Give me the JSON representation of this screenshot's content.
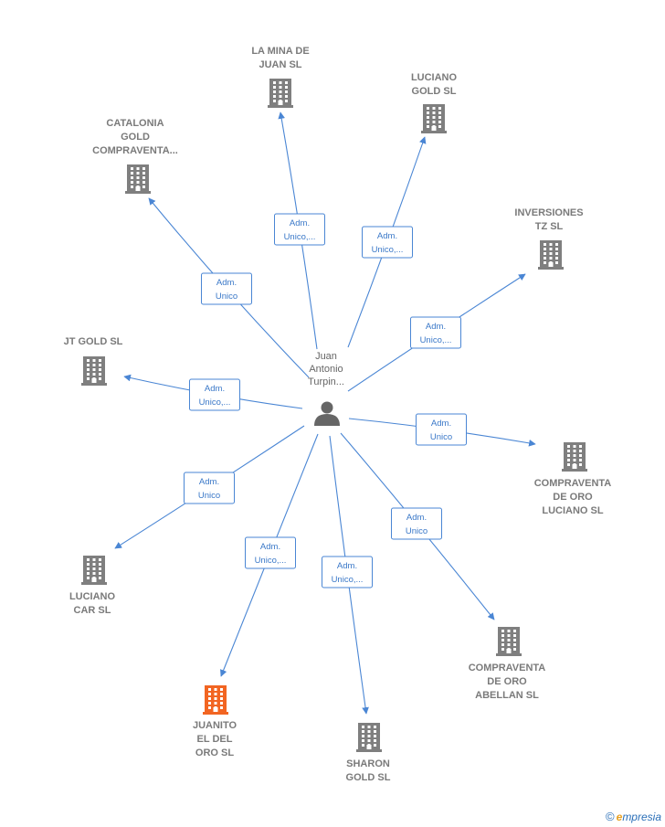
{
  "colors": {
    "edge": "#4a86d4",
    "node": "#7f7f7f",
    "highlight": "#f26522",
    "person": "#666666"
  },
  "center": {
    "label": [
      "Juan",
      "Antonio",
      "Turpin..."
    ],
    "icon": "person-icon"
  },
  "nodes": [
    {
      "id": "la-mina-de-juan",
      "label": [
        "LA MINA DE",
        "JUAN  SL"
      ],
      "icon": "building-icon",
      "highlight": false
    },
    {
      "id": "luciano-gold",
      "label": [
        "LUCIANO",
        "GOLD  SL"
      ],
      "icon": "building-icon",
      "highlight": false
    },
    {
      "id": "catalonia-gold",
      "label": [
        "CATALONIA",
        "GOLD",
        "COMPRAVENTA..."
      ],
      "icon": "building-icon",
      "highlight": false
    },
    {
      "id": "inversiones-tz",
      "label": [
        "INVERSIONES",
        "TZ  SL"
      ],
      "icon": "building-icon",
      "highlight": false
    },
    {
      "id": "jt-gold",
      "label": [
        "JT GOLD  SL"
      ],
      "icon": "building-icon",
      "highlight": false
    },
    {
      "id": "compraventa-luciano",
      "label": [
        "COMPRAVENTA",
        "DE ORO",
        "LUCIANO SL"
      ],
      "icon": "building-icon",
      "highlight": false
    },
    {
      "id": "luciano-car",
      "label": [
        "LUCIANO",
        "CAR SL"
      ],
      "icon": "building-icon",
      "highlight": false
    },
    {
      "id": "compraventa-abellan",
      "label": [
        "COMPRAVENTA",
        "DE ORO",
        "ABELLAN  SL"
      ],
      "icon": "building-icon",
      "highlight": false
    },
    {
      "id": "juanito-el-del-oro",
      "label": [
        "JUANITO",
        "EL DEL",
        "ORO  SL"
      ],
      "icon": "building-icon",
      "highlight": true
    },
    {
      "id": "sharon-gold",
      "label": [
        "SHARON",
        "GOLD  SL"
      ],
      "icon": "building-icon",
      "highlight": false
    }
  ],
  "edges": [
    {
      "target": "la-mina-de-juan",
      "label": [
        "Adm.",
        "Unico,..."
      ]
    },
    {
      "target": "luciano-gold",
      "label": [
        "Adm.",
        "Unico,..."
      ]
    },
    {
      "target": "catalonia-gold",
      "label": [
        "Adm.",
        "Unico"
      ]
    },
    {
      "target": "inversiones-tz",
      "label": [
        "Adm.",
        "Unico,..."
      ]
    },
    {
      "target": "jt-gold",
      "label": [
        "Adm.",
        "Unico,..."
      ]
    },
    {
      "target": "compraventa-luciano",
      "label": [
        "Adm.",
        "Unico"
      ]
    },
    {
      "target": "luciano-car",
      "label": [
        "Adm.",
        "Unico"
      ]
    },
    {
      "target": "compraventa-abellan",
      "label": [
        "Adm.",
        "Unico"
      ]
    },
    {
      "target": "juanito-el-del-oro",
      "label": [
        "Adm.",
        "Unico,..."
      ]
    },
    {
      "target": "sharon-gold",
      "label": [
        "Adm.",
        "Unico,..."
      ]
    }
  ],
  "branding": {
    "copyright": "©",
    "initial": "e",
    "name": "mpresia"
  }
}
